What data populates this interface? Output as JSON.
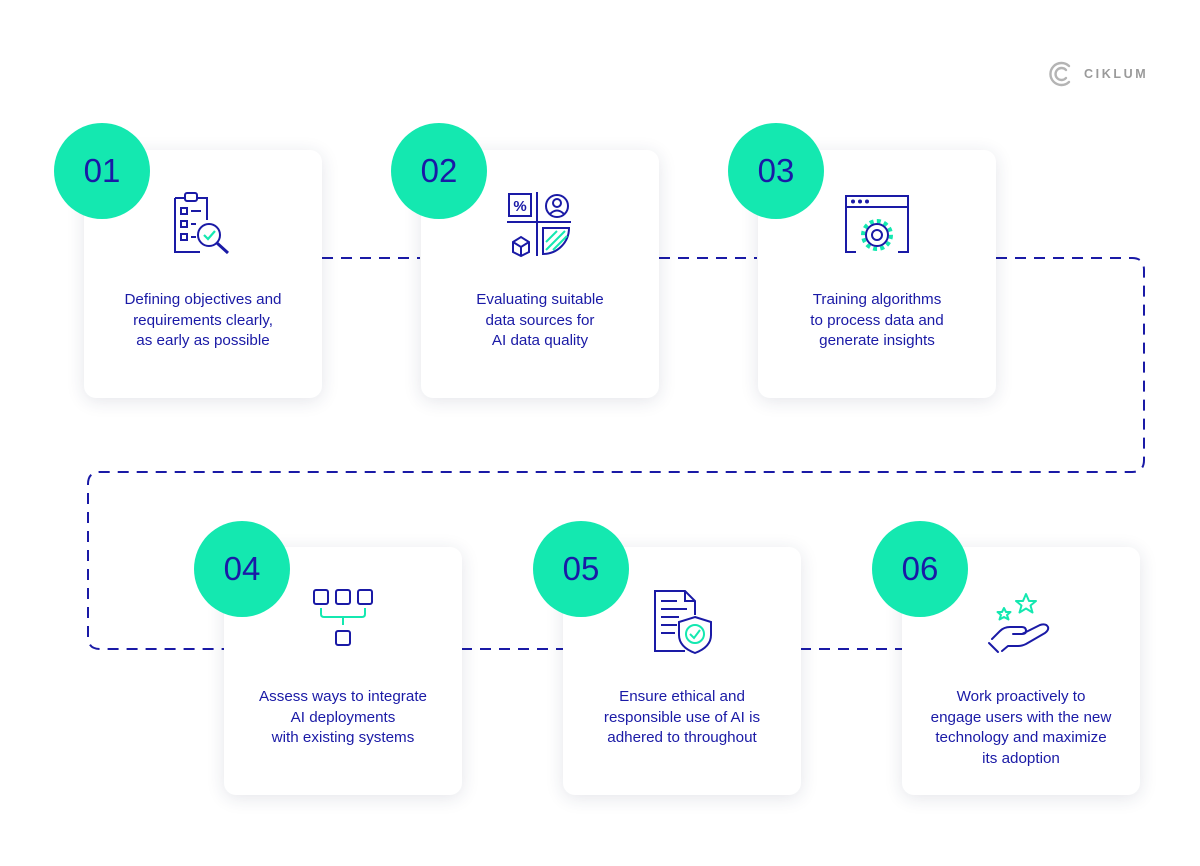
{
  "brand": {
    "logo_text": "CIKLUM"
  },
  "colors": {
    "accent": "#14e8b0",
    "ink": "#1a1aa6",
    "logo_gray": "#9a9a9a"
  },
  "steps": [
    {
      "number": "01",
      "icon": "clipboard-checklist-magnifier-icon",
      "lines": [
        "Defining objectives and",
        "requirements clearly,",
        "as early as possible"
      ]
    },
    {
      "number": "02",
      "icon": "data-sources-grid-icon",
      "lines": [
        "Evaluating suitable",
        "data sources for",
        "AI data quality"
      ]
    },
    {
      "number": "03",
      "icon": "browser-gear-icon",
      "lines": [
        "Training algorithms",
        "to process data and",
        "generate insights"
      ]
    },
    {
      "number": "04",
      "icon": "system-integration-icon",
      "lines": [
        "Assess ways to integrate",
        "AI deployments",
        "with existing systems"
      ]
    },
    {
      "number": "05",
      "icon": "document-shield-check-icon",
      "lines": [
        "Ensure ethical and",
        "responsible use of AI is",
        "adhered to throughout"
      ]
    },
    {
      "number": "06",
      "icon": "hand-stars-icon",
      "lines": [
        "Work proactively to",
        "engage users with the new",
        "technology and maximize",
        "its adoption"
      ]
    }
  ]
}
